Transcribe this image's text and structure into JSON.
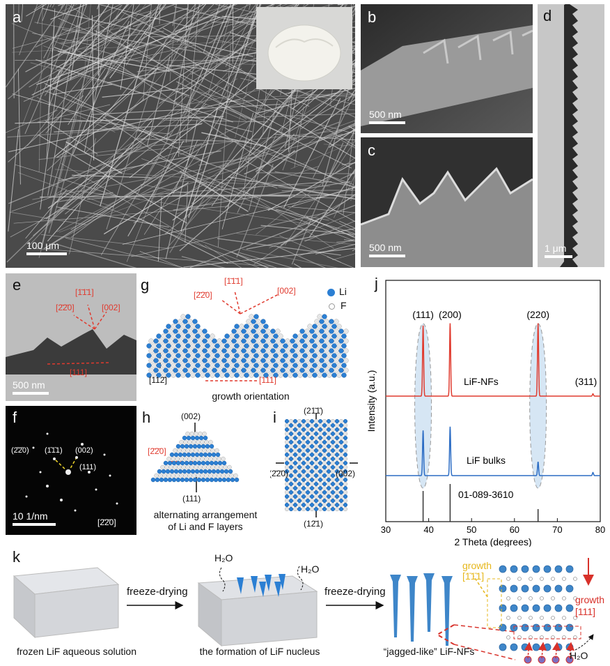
{
  "panels": {
    "a": {
      "label": "a",
      "scale": "100 μm"
    },
    "b": {
      "label": "b",
      "scale": "500 nm"
    },
    "c": {
      "label": "c",
      "scale": "500 nm"
    },
    "d": {
      "label": "d",
      "scale": "1 μm"
    },
    "e": {
      "label": "e",
      "scale": "500 nm",
      "dirs": [
        "[1̄1̄1]",
        "[2̄2̄0]",
        "[002]",
        "[111]"
      ]
    },
    "f": {
      "label": "f",
      "scale": "10 1/nm",
      "zone": "[2̄2̄0]",
      "spots": [
        "(2̄2̄0)",
        "(1̄1̄1)",
        "(002)",
        "(111)"
      ]
    },
    "g": {
      "label": "g",
      "dirs": [
        "[1̄1̄1]",
        "[2̄2̄0]",
        "[002]",
        "[111]"
      ],
      "axis": "[112̄]",
      "caption": "growth orientation",
      "legend": [
        "Li",
        "F"
      ]
    },
    "h": {
      "label": "h",
      "dirs": [
        "(002)",
        "[2̄2̄0]",
        "(111)"
      ],
      "caption_line1": "alternating arrangement",
      "caption_line2": "of Li and F layers"
    },
    "i": {
      "label": "i",
      "dirs": [
        "(21̄1̄)",
        "(2̄2̄0)",
        "(002)",
        "(12̄1)"
      ]
    },
    "j": {
      "label": "j"
    },
    "k": {
      "label": "k",
      "arrow1": "freeze-drying",
      "arrow2": "freeze-drying",
      "h2o": "H₂O",
      "step1": "frozen LiF aqueous solution",
      "step2": "the formation of LiF nucleus",
      "step3": "“jagged-like” LiF-NFs",
      "growth1": "growth",
      "growth1_dir": "[1̄1̄1]",
      "growth2": "growth",
      "growth2_dir": "[111]"
    }
  },
  "chart_data": {
    "type": "line",
    "xlabel": "2 Theta (degrees)",
    "ylabel": "Intensity (a.u.)",
    "xlim": [
      30,
      80
    ],
    "xticks": [
      30,
      40,
      50,
      60,
      70,
      80
    ],
    "peak_labels": [
      {
        "text": "(111)",
        "x": 38.7
      },
      {
        "text": "(200)",
        "x": 45.0
      },
      {
        "text": "(220)",
        "x": 65.5
      },
      {
        "text": "(311)",
        "x": 78.3
      }
    ],
    "series": [
      {
        "name": "LiF-NFs",
        "color": "#e03a2e",
        "peaks": [
          {
            "x": 38.7,
            "h": 0.92
          },
          {
            "x": 45.0,
            "h": 0.95
          },
          {
            "x": 65.5,
            "h": 0.95
          },
          {
            "x": 78.3,
            "h": 0.03
          }
        ]
      },
      {
        "name": "LiF bulks",
        "color": "#2b6cc4",
        "peaks": [
          {
            "x": 38.7,
            "h": 0.72
          },
          {
            "x": 45.0,
            "h": 0.78
          },
          {
            "x": 65.5,
            "h": 0.22
          },
          {
            "x": 78.3,
            "h": 0.05
          }
        ]
      }
    ],
    "reference": {
      "name": "01-089-3610",
      "sticks": [
        38.7,
        45.0,
        65.5
      ]
    }
  }
}
